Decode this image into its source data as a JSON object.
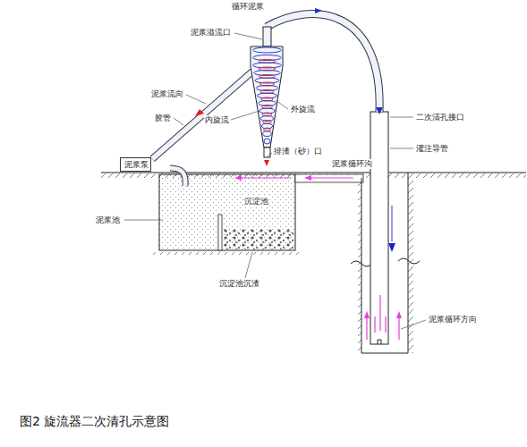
{
  "diagram": {
    "caption": "图2 旋流器二次清孔示意图",
    "nodes": [
      {
        "text": [
          "泥浆泵"
        ]
      }
    ],
    "edges": [],
    "labels": [
      "循环泥浆",
      "泥浆溢流口",
      "外旋流",
      "内旋流",
      "泥浆流向",
      "胶管",
      "排渣（砂）口",
      "二次清孔接口",
      "灌注导管",
      "泥浆循环沟",
      "泥浆池",
      "沉淀池",
      "沉淀池沉渣",
      "泥浆循环方向"
    ]
  }
}
